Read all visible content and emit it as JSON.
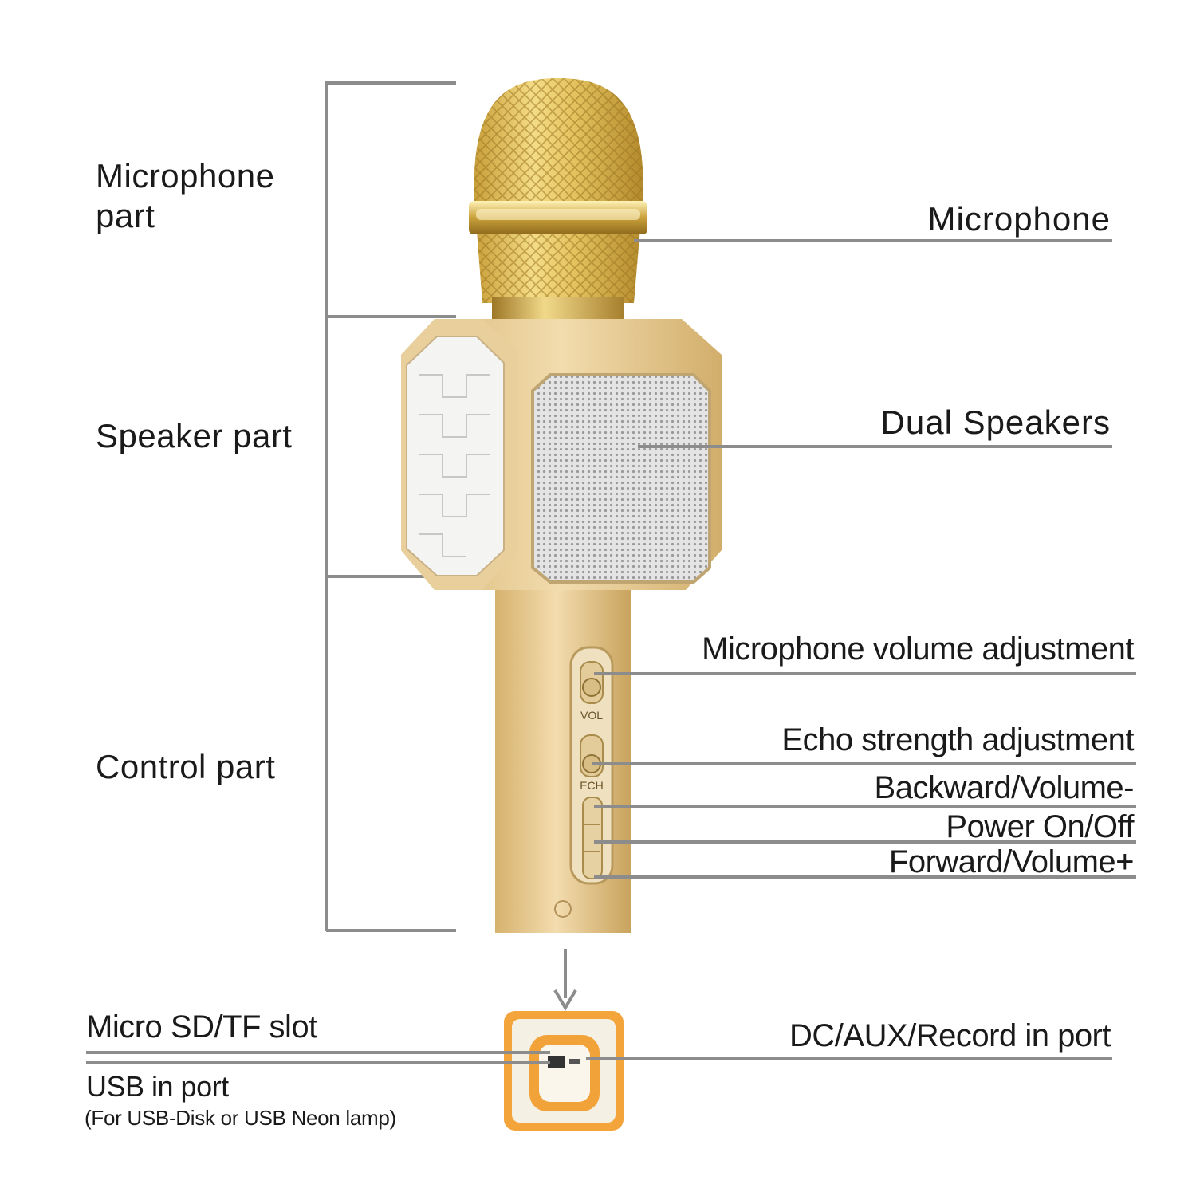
{
  "sections": {
    "microphone_part": "Microphone\npart",
    "speaker_part": "Speaker part",
    "control_part": "Control part"
  },
  "callouts": {
    "microphone": "Microphone",
    "dual_speakers": "Dual Speakers",
    "mic_volume": "Microphone volume adjustment",
    "echo": "Echo strength adjustment",
    "backward": "Backward/Volume-",
    "power": "Power On/Off",
    "forward": "Forward/Volume+",
    "dc_aux": "DC/AUX/Record in port",
    "sd_slot": "Micro SD/TF slot",
    "usb_in": "USB in port",
    "usb_note": "(For USB-Disk or  USB Neon lamp)"
  },
  "device_marks": {
    "vol": "VOL",
    "ech": "ECH"
  },
  "colors": {
    "line": "#8c8c8c",
    "gold": "#d8b977",
    "gold_dark": "#b8934a",
    "grille": "#cfcfcf",
    "orange": "#f0a437"
  }
}
